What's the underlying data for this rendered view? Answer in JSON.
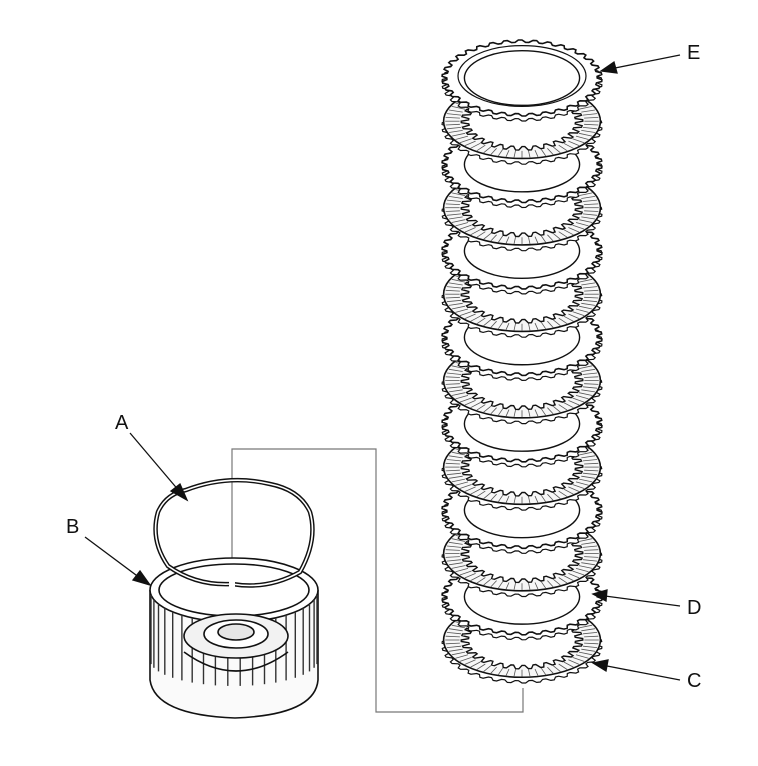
{
  "diagram": {
    "callouts": {
      "a": "A",
      "b": "B",
      "c": "C",
      "d": "D",
      "e": "E"
    },
    "parts": [
      {
        "id": "A",
        "kind": "snap-ring"
      },
      {
        "id": "B",
        "kind": "clutch-drum"
      },
      {
        "id": "C",
        "kind": "end-plate"
      },
      {
        "id": "D",
        "kind": "friction-disc"
      },
      {
        "id": "E",
        "kind": "pressure-plate"
      }
    ],
    "disc_stack_count": 14,
    "line_color": "#111111",
    "background": "#ffffff"
  }
}
